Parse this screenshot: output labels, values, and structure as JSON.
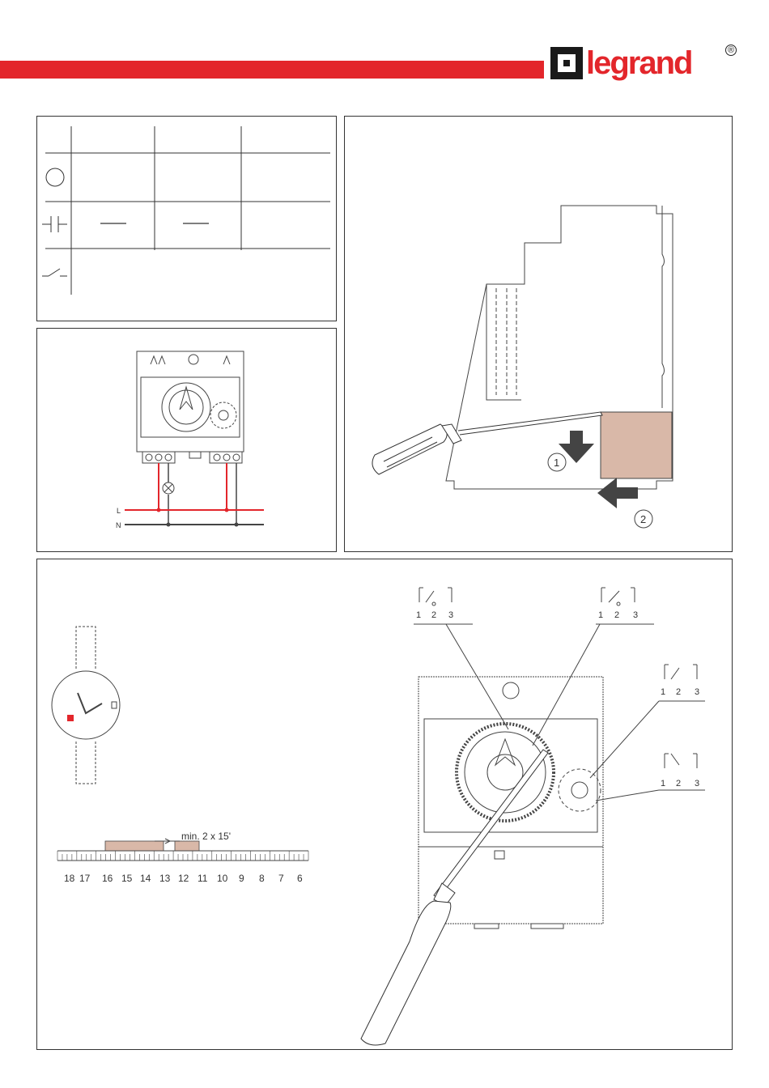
{
  "brand": {
    "name": "legrand",
    "registered": "®"
  },
  "colors": {
    "accent": "#e3262b",
    "line": "#333333",
    "fill": "#d9b8a8"
  },
  "icons": [
    "symbol-circle-icon",
    "symbol-contact-no-icon",
    "symbol-switch-icon",
    "screwdriver-icon",
    "arrow-down-icon",
    "arrow-left-icon",
    "watch-icon"
  ],
  "wiring": {
    "live_label": "L",
    "neutral_label": "N"
  },
  "removal": {
    "step1": "1",
    "step2": "2"
  },
  "programming": {
    "interval_label": "min. 2 x 15'",
    "scale_ticks": [
      "18",
      "17",
      "16",
      "15",
      "14",
      "13",
      "12",
      "11",
      "10",
      "9",
      "8",
      "7",
      "6"
    ],
    "contact_terminals": [
      "1",
      "2",
      "3"
    ]
  }
}
